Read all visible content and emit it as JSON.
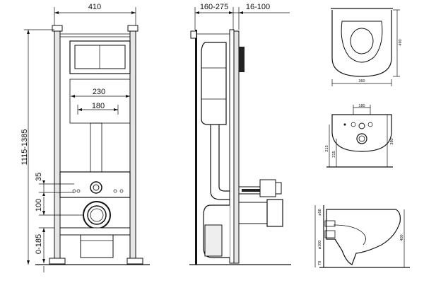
{
  "front_view": {
    "width_label": "410",
    "height_label": "1115-1385",
    "inner_width_1": "230",
    "inner_width_2": "180",
    "offset_1": "35",
    "offset_2": "100",
    "bottom_range": "0-185"
  },
  "side_view": {
    "depth_label": "160-275",
    "wall_label": "16-100"
  },
  "top_view": {
    "length_label": "490",
    "width_label": "360"
  },
  "rear_view": {
    "spacing_label": "180",
    "height_label_1": "215",
    "height_label_2": "215",
    "height_label_3": "380"
  },
  "profile_view": {
    "label_top": "ø56",
    "label_mid": "ø100",
    "label_bottom": "70",
    "height_label": "400"
  }
}
